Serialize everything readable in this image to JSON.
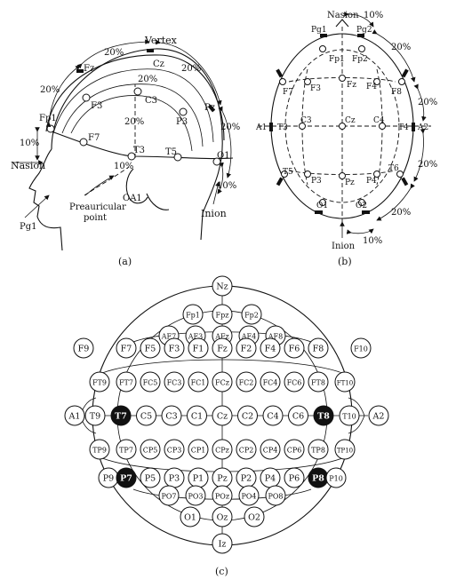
{
  "figure": {
    "panel_a": {
      "label": "(a)",
      "vertex": "Vertex",
      "nasion": "Nasion",
      "inion": "Inion",
      "pg1": "Pg1",
      "preauricular": [
        "Preauricular",
        "point"
      ],
      "oa1": "OA1",
      "electrodes": [
        "Fz",
        "Cz",
        "Pz",
        "F3",
        "C3",
        "P3",
        "F7",
        "T3",
        "T5",
        "O1",
        "Fp1"
      ],
      "percent_10": "10%",
      "percent_20": "20%"
    },
    "panel_b": {
      "label": "(b)",
      "nasion": "Nasion",
      "inion": "Inion",
      "electrodes": [
        "Fp1",
        "Fp2",
        "Pg1",
        "Pg2",
        "F7",
        "F3",
        "Fz",
        "F4",
        "F8",
        "A1",
        "T3",
        "C3",
        "Cz",
        "C4",
        "T4",
        "A2",
        "T5",
        "P3",
        "Pz",
        "P4",
        "T6",
        "O1",
        "O2"
      ],
      "percent_10": "10%",
      "percent_20": "20%"
    },
    "panel_c": {
      "label": "(c)",
      "rows": [
        [
          "Nz"
        ],
        [
          "Fp1",
          "Fpz",
          "Fp2"
        ],
        [
          "AF7",
          "AF3",
          "AFz",
          "AF4",
          "AF8"
        ],
        [
          "F9",
          "F7",
          "F5",
          "F3",
          "F1",
          "Fz",
          "F2",
          "F4",
          "F6",
          "F8",
          "F10"
        ],
        [
          "FT9",
          "FT7",
          "FC5",
          "FC3",
          "FC1",
          "FCz",
          "FC2",
          "FC4",
          "FC6",
          "FT8",
          "FT10"
        ],
        [
          "A1",
          "T9",
          "T7",
          "C5",
          "C3",
          "C1",
          "Cz",
          "C2",
          "C4",
          "C6",
          "T8",
          "T10",
          "A2"
        ],
        [
          "TP9",
          "TP7",
          "CP5",
          "CP3",
          "CP1",
          "CPz",
          "CP2",
          "CP4",
          "CP6",
          "TP8",
          "TP10"
        ],
        [
          "P9",
          "P7",
          "P5",
          "P3",
          "P1",
          "Pz",
          "P2",
          "P4",
          "P6",
          "P8",
          "P10"
        ],
        [
          "PO7",
          "PO3",
          "POz",
          "PO4",
          "PO8"
        ],
        [
          "O1",
          "Oz",
          "O2"
        ],
        [
          "Iz"
        ]
      ],
      "highlighted": [
        "T7",
        "T8",
        "P7",
        "P8"
      ]
    }
  }
}
